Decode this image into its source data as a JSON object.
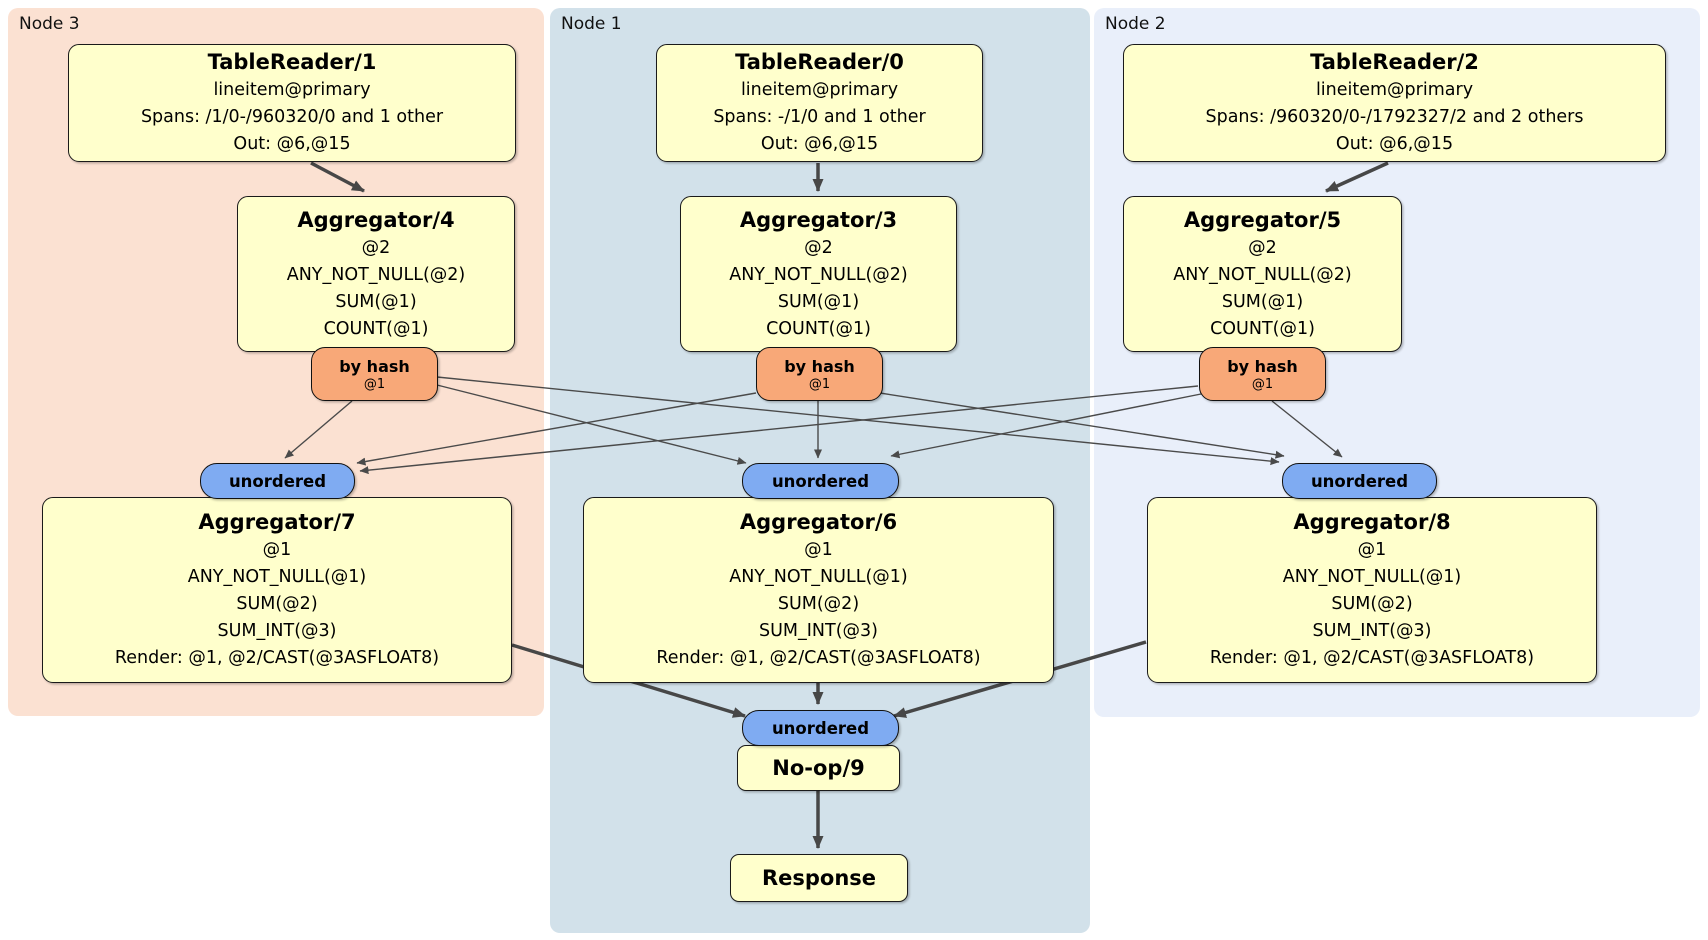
{
  "regions": {
    "node3": {
      "label": "Node 3"
    },
    "node1": {
      "label": "Node 1"
    },
    "node2": {
      "label": "Node 2"
    }
  },
  "processors": {
    "tableReader1": {
      "title": "TableReader/1",
      "lines": [
        "lineitem@primary",
        "Spans: /1/0-/960320/0 and 1 other",
        "Out: @6,@15"
      ]
    },
    "tableReader0": {
      "title": "TableReader/0",
      "lines": [
        "lineitem@primary",
        "Spans: -/1/0 and 1 other",
        "Out: @6,@15"
      ]
    },
    "tableReader2": {
      "title": "TableReader/2",
      "lines": [
        "lineitem@primary",
        "Spans: /960320/0-/1792327/2 and 2 others",
        "Out: @6,@15"
      ]
    },
    "aggregator4": {
      "title": "Aggregator/4",
      "lines": [
        "@2",
        "ANY_NOT_NULL(@2)",
        "SUM(@1)",
        "COUNT(@1)"
      ]
    },
    "aggregator3": {
      "title": "Aggregator/3",
      "lines": [
        "@2",
        "ANY_NOT_NULL(@2)",
        "SUM(@1)",
        "COUNT(@1)"
      ]
    },
    "aggregator5": {
      "title": "Aggregator/5",
      "lines": [
        "@2",
        "ANY_NOT_NULL(@2)",
        "SUM(@1)",
        "COUNT(@1)"
      ]
    },
    "aggregator7": {
      "title": "Aggregator/7",
      "lines": [
        "@1",
        "ANY_NOT_NULL(@1)",
        "SUM(@2)",
        "SUM_INT(@3)",
        "Render: @1, @2/CAST(@3ASFLOAT8)"
      ]
    },
    "aggregator6": {
      "title": "Aggregator/6",
      "lines": [
        "@1",
        "ANY_NOT_NULL(@1)",
        "SUM(@2)",
        "SUM_INT(@3)",
        "Render: @1, @2/CAST(@3ASFLOAT8)"
      ]
    },
    "aggregator8": {
      "title": "Aggregator/8",
      "lines": [
        "@1",
        "ANY_NOT_NULL(@1)",
        "SUM(@2)",
        "SUM_INT(@3)",
        "Render: @1, @2/CAST(@3ASFLOAT8)"
      ]
    },
    "noop": {
      "title": "No-op/9"
    },
    "response": {
      "title": "Response"
    }
  },
  "router": {
    "label": "by hash",
    "key": "@1"
  },
  "sync": {
    "label": "unordered"
  },
  "colors": {
    "node3_bg": "#fbe1d2",
    "node1_bg": "#d2e1ea",
    "node2_bg": "#e9effa",
    "processor_bg": "#ffffcc",
    "router_bg": "#f8a878",
    "sync_bg": "#7fabf2",
    "edge": "#474747"
  }
}
